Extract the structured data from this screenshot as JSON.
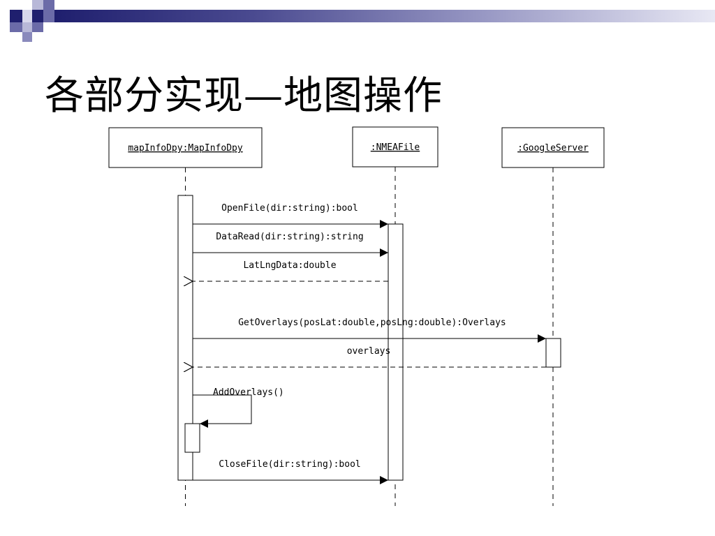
{
  "slide": {
    "title": "各部分实现—地图操作"
  },
  "diagram": {
    "type": "sequence",
    "lifelines": [
      {
        "id": "mapinfo",
        "label": "mapInfoDpy:MapInfoDpy"
      },
      {
        "id": "nmea",
        "label": ":NMEAFile"
      },
      {
        "id": "google",
        "label": ":GoogleServer"
      }
    ],
    "messages": [
      {
        "id": "m1",
        "label": "OpenFile(dir:string):bool",
        "from": "mapinfo",
        "to": "nmea",
        "kind": "call"
      },
      {
        "id": "m2",
        "label": "DataRead(dir:string):string",
        "from": "mapinfo",
        "to": "nmea",
        "kind": "call"
      },
      {
        "id": "m3",
        "label": "LatLngData:double",
        "from": "nmea",
        "to": "mapinfo",
        "kind": "return"
      },
      {
        "id": "m4",
        "label": "GetOverlays(posLat:double,posLng:double):Overlays",
        "from": "mapinfo",
        "to": "google",
        "kind": "call"
      },
      {
        "id": "m5",
        "label": "overlays",
        "from": "google",
        "to": "mapinfo",
        "kind": "return"
      },
      {
        "id": "m6",
        "label": "AddOverlays()",
        "from": "mapinfo",
        "to": "mapinfo",
        "kind": "self"
      },
      {
        "id": "m7",
        "label": "CloseFile(dir:string):bool",
        "from": "mapinfo",
        "to": "nmea",
        "kind": "call"
      }
    ]
  },
  "colors": {
    "header_dark": "#1f1f6e",
    "header_mid": "#6b6ba8",
    "header_light": "#b8b8d8",
    "line": "#000000"
  }
}
